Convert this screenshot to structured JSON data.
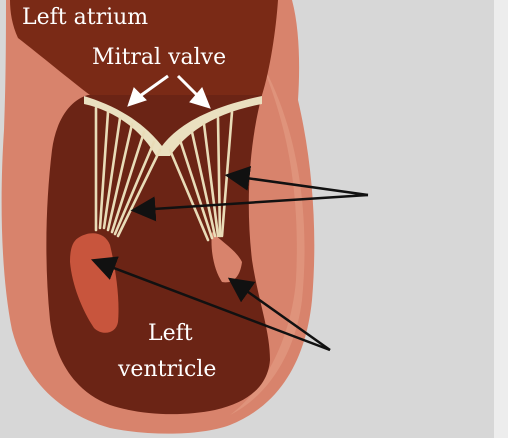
{
  "labels": {
    "left_atrium": "Left atrium",
    "mitral_valve": "Mitral valve",
    "left_ventricle_line1": "Left",
    "left_ventricle_line2": "ventricle"
  },
  "colors": {
    "background": "#d7d7d7",
    "outer_wall": "#d8836c",
    "outer_wall_light": "#e39a82",
    "chamber": "#6b2415",
    "atrium": "#7a2a16",
    "papillary_muscle": "#c8553d",
    "chordae": "#e9dcb8",
    "valve": "#eae0c0",
    "arrow_black": "#111111",
    "arrow_white": "#ffffff",
    "label_text": "#ffffff"
  }
}
